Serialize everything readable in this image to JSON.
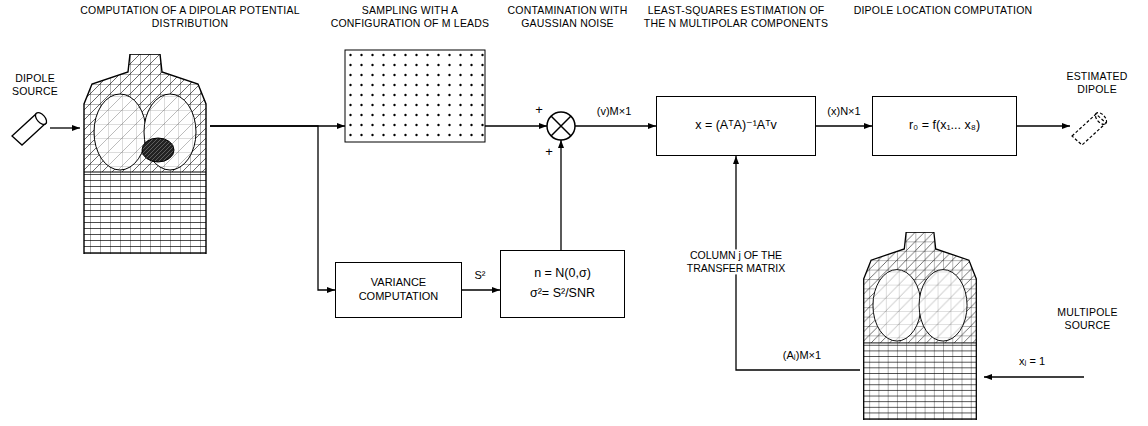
{
  "diagram": {
    "nodes": [
      {
        "text": [
          "DIPOLE SOURCE"
        ]
      },
      {
        "text": [
          "COMPUTATION OF A DIPOLAR POTENTIAL DISTRIBUTION"
        ]
      },
      {
        "text": [
          "SAMPLING WITH A CONFIGURATION OF M LEADS"
        ]
      },
      {
        "text": [
          "VARIANCE COMPUTATION"
        ]
      },
      {
        "text": [
          "n = N(0,σ)",
          "σ²= S²/SNR"
        ]
      },
      {
        "text": [
          "CONTAMINATION WITH GAUSSIAN NOISE"
        ]
      },
      {
        "text": [
          "LEAST-SQUARES ESTIMATION OF THE N MULTIPOLAR COMPONENTS",
          "x = (AᵀA)⁻¹Aᵀv"
        ]
      },
      {
        "text": [
          "DIPOLE LOCATION COMPUTATION",
          "r₀ = f(x₁... x₈)"
        ]
      },
      {
        "text": [
          "ESTIMATED DIPOLE"
        ]
      },
      {
        "text": [
          "MULTIPOLE SOURCE"
        ]
      }
    ],
    "edges": [
      {
        "from": 0,
        "to": 1,
        "arrow": "to"
      },
      {
        "from": 1,
        "to": 2,
        "arrow": "to"
      },
      {
        "from": 1,
        "to": 3,
        "arrow": "to"
      },
      {
        "from": 2,
        "to": 5,
        "arrow": "to"
      },
      {
        "from": 3,
        "to": 4,
        "label": "S²",
        "arrow": "to"
      },
      {
        "from": 4,
        "to": 5,
        "arrow": "to"
      },
      {
        "from": 5,
        "to": 6,
        "label": "(v)M×1",
        "arrow": "to"
      },
      {
        "from": 6,
        "to": 7,
        "label": "(x)N×1",
        "arrow": "to"
      },
      {
        "from": 7,
        "to": 8,
        "arrow": "to"
      },
      {
        "from": 9,
        "to": 6,
        "label": "COLUMN j OF THE TRANSFER MATRIX",
        "arrow": "to"
      }
    ],
    "labels": [
      "+",
      "+",
      "(Aⱼ)M×1",
      "xⱼ = 1"
    ]
  }
}
